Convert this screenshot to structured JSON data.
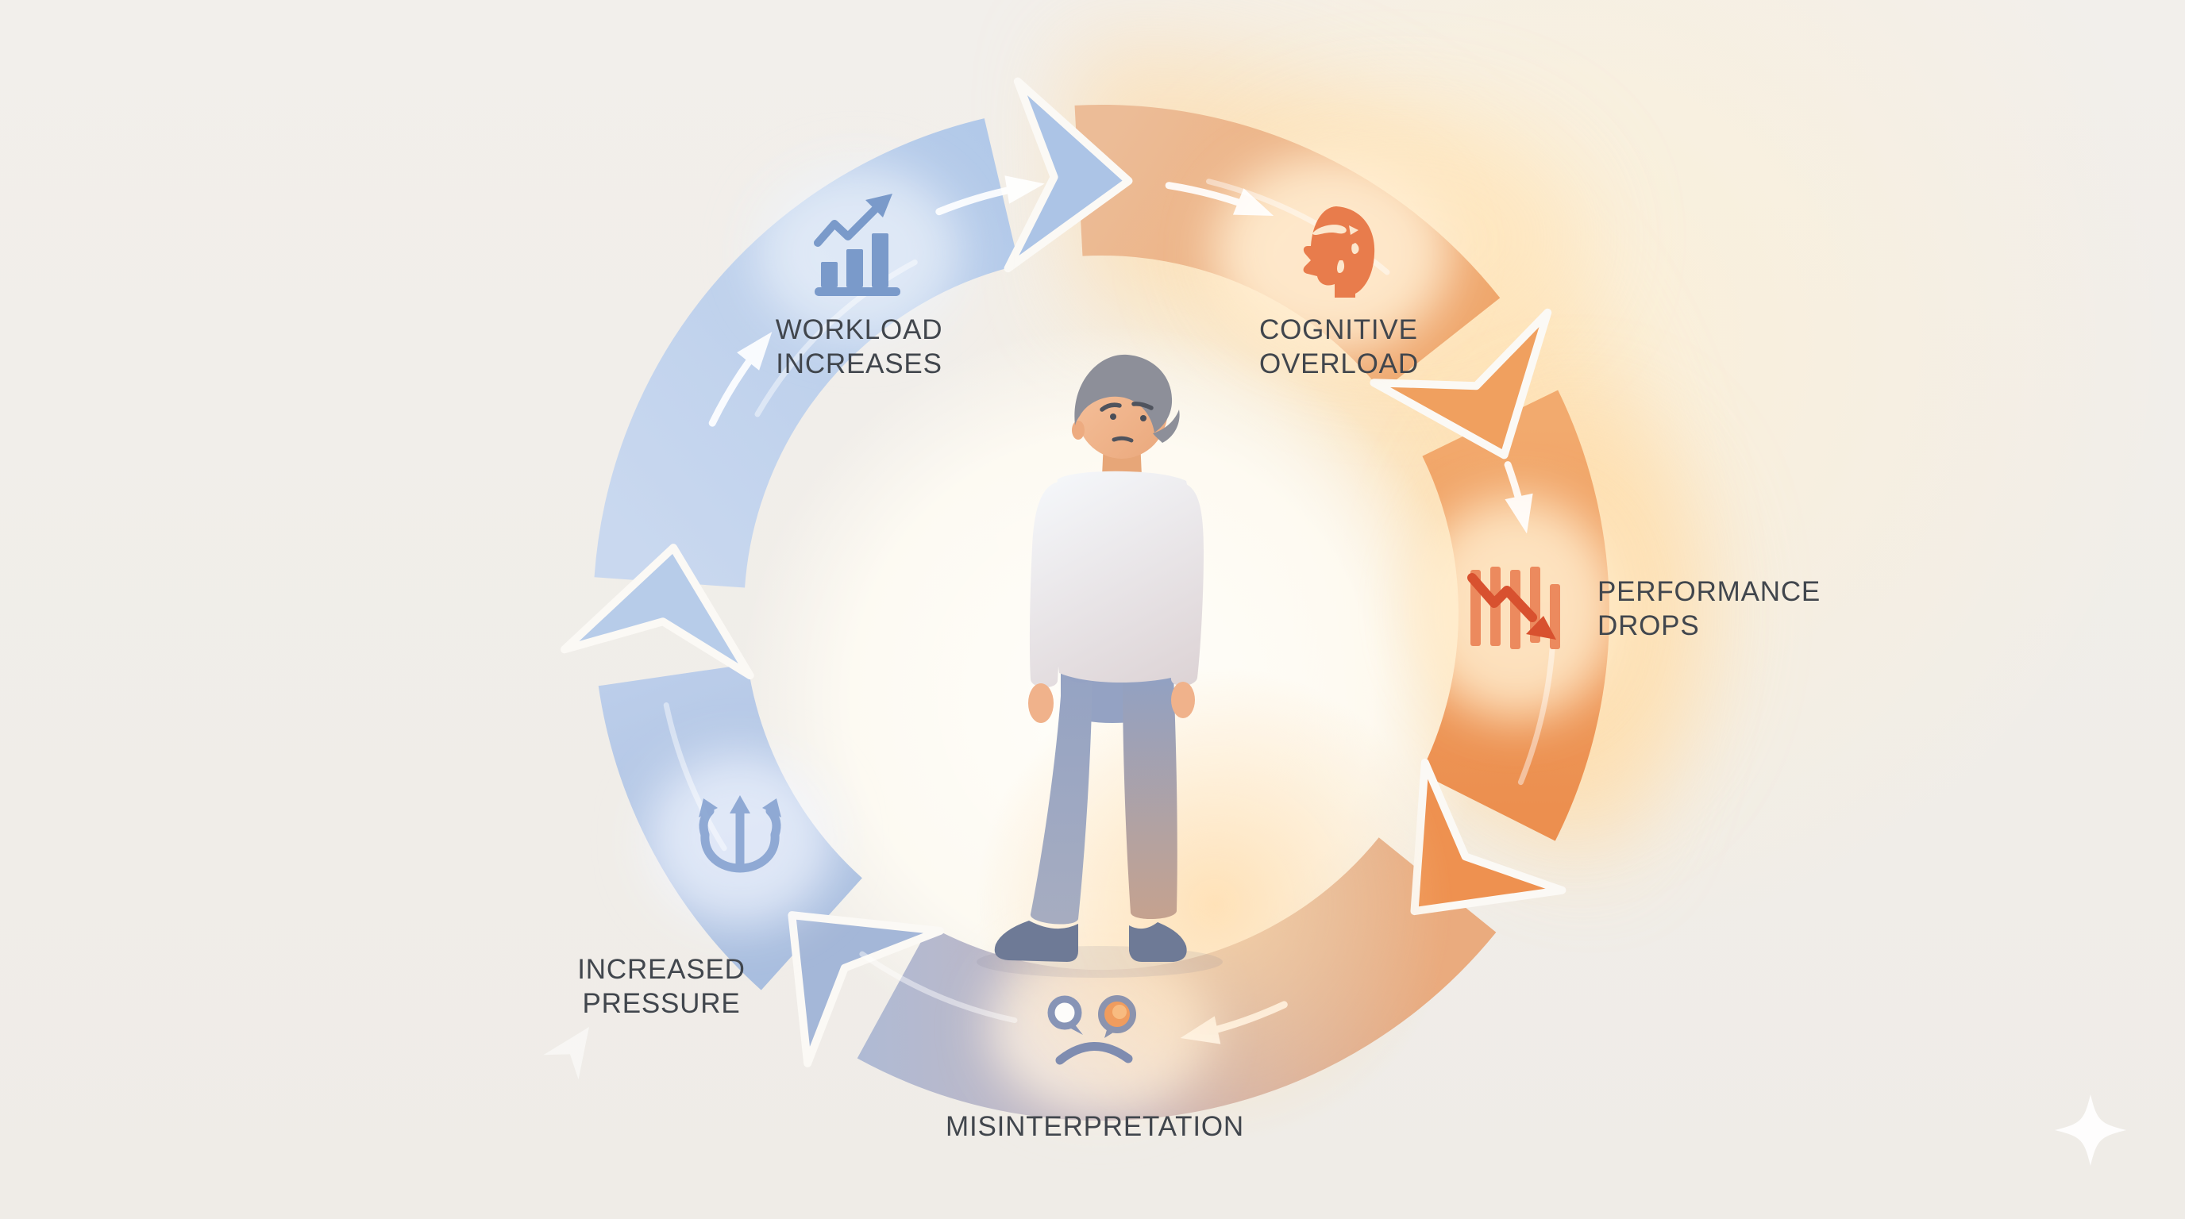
{
  "diagram": {
    "type": "cycle",
    "flow_direction": "clockwise",
    "steps": [
      {
        "id": "workload-increases",
        "label": "WORKLOAD INCREASES",
        "lines": [
          "WORKLOAD",
          "INCREASES"
        ],
        "icon": "rising-bar-chart-icon",
        "palette": "blue"
      },
      {
        "id": "cognitive-overload",
        "label": "COGNITIVE OVERLOAD",
        "lines": [
          "COGNITIVE",
          "OVERLOAD"
        ],
        "icon": "head-profile-brain-icon",
        "palette": "orange"
      },
      {
        "id": "performance-drops",
        "label": "PERFORMANCE DROPS",
        "lines": [
          "PERFORMANCE",
          "DROPS"
        ],
        "icon": "declining-bars-arrow-icon",
        "palette": "orange"
      },
      {
        "id": "misinterpretation",
        "label": "MISINTERPRETATION",
        "lines": [
          "MISINTERPRETATION"
        ],
        "icon": "confused-sad-face-icon",
        "palette": "mixed"
      },
      {
        "id": "increased-pressure",
        "label": "INCREASED PRESSURE",
        "lines": [
          "INCREASED",
          "PRESSURE"
        ],
        "icon": "pressure-trident-arrows-icon",
        "palette": "blue"
      }
    ],
    "center": {
      "figure": "dejected-person-illustration"
    },
    "watermark": {
      "icon": "sparkle-star-icon"
    },
    "colors": {
      "background": "#f1eeea",
      "ring_blue": "#b3c8e7",
      "ring_blue_light": "#cdd9f0",
      "ring_orange": "#f0a263",
      "ring_orange_deep": "#ec8f4f",
      "ring_transition_blue": "#a8bbdb",
      "glow_warm": "#ffdda6",
      "label_text": "#41464d",
      "icon_blue": "#7a9aca",
      "icon_orange": "#e87c4c",
      "icon_red": "#d8512f",
      "icon_gray_blue": "#8794b6",
      "watermark_white": "#ffffff"
    }
  }
}
